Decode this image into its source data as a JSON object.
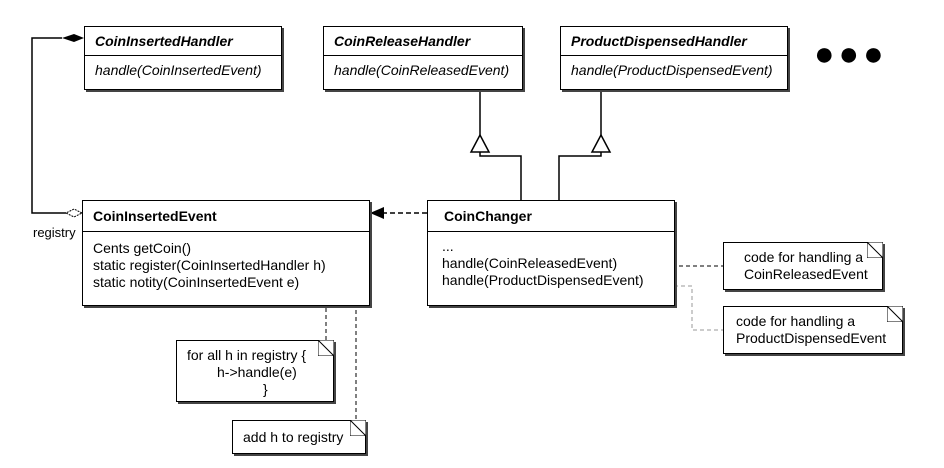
{
  "handlers": [
    {
      "name": "CoinInsertedHandler",
      "op": "handle(CoinInsertedEvent)"
    },
    {
      "name": "CoinReleaseHandler",
      "op": "handle(CoinReleasedEvent)"
    },
    {
      "name": "ProductDispensedHandler",
      "op": "handle(ProductDispensedEvent)"
    }
  ],
  "more_indicator": "●●●",
  "coin_inserted_event": {
    "name": "CoinInsertedEvent",
    "ops": [
      "Cents getCoin()",
      "static register(CoinInsertedHandler h)",
      "static notity(CoinInsertedEvent e)"
    ]
  },
  "coin_changer": {
    "name": "CoinChanger",
    "ops": [
      "...",
      "handle(CoinReleasedEvent)",
      "handle(ProductDispensedEvent)"
    ]
  },
  "registry_label": "registry",
  "notes": {
    "notify": [
      "for all h in registry {",
      "h->handle(e)",
      "}"
    ],
    "register": "add h to registry",
    "coin_released": [
      "code for handling a",
      "CoinReleasedEvent"
    ],
    "product_dispensed": [
      "code for handling a",
      "ProductDispensedEvent"
    ]
  }
}
